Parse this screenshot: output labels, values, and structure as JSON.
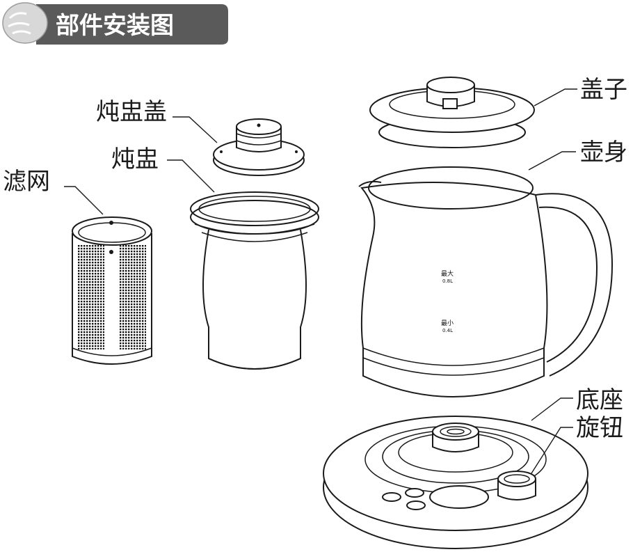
{
  "header": {
    "title": "部件安装图"
  },
  "labels": {
    "stew_lid": "炖盅盖",
    "stew_pot": "炖盅",
    "filter": "滤网",
    "lid": "盖子",
    "body": "壶身",
    "base": "底座",
    "knob": "旋钮"
  },
  "markings": {
    "max_text": "最大",
    "max_volume": "0.8L",
    "min_text": "最小",
    "min_volume": "0.4L"
  },
  "colors": {
    "header_bg": "#5a5a5a",
    "line": "#1a1a1a"
  }
}
